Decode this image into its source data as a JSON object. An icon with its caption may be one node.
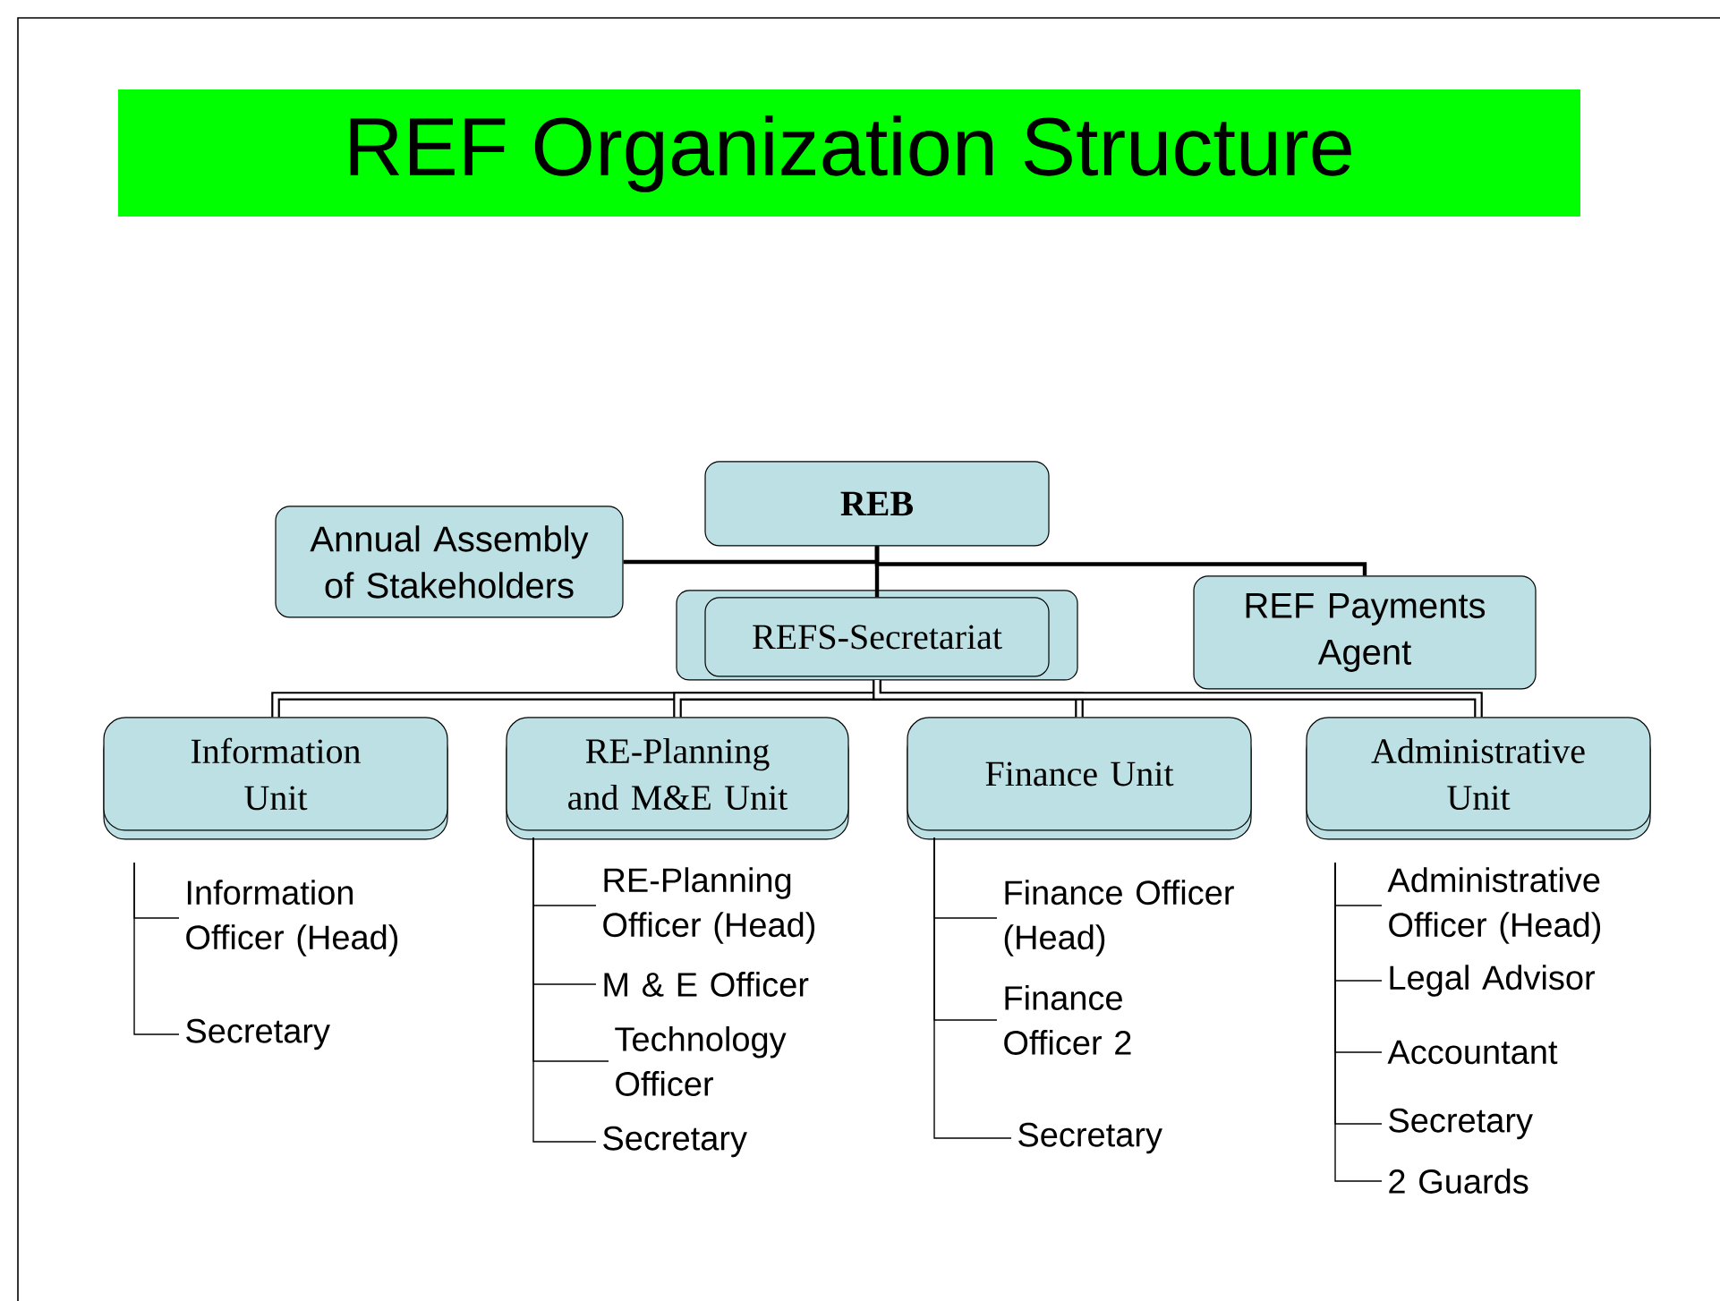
{
  "diagram": {
    "title": "REF Organization Structure",
    "nodes": [
      {
        "text": [
          "REB"
        ]
      },
      {
        "text": [
          "Annual Assembly of Stakeholders"
        ]
      },
      {
        "text": [
          "REFS-Secretariat"
        ]
      },
      {
        "text": [
          "REF Payments Agent"
        ]
      },
      {
        "text": [
          "Information Unit"
        ]
      },
      {
        "text": [
          "RE-Planning and M&E Unit"
        ]
      },
      {
        "text": [
          "Finance Unit"
        ]
      },
      {
        "text": [
          "Administrative Unit"
        ]
      },
      {
        "text": [
          "Information Officer (Head)"
        ]
      },
      {
        "text": [
          "Secretary"
        ]
      },
      {
        "text": [
          "RE-Planning Officer (Head)"
        ]
      },
      {
        "text": [
          "M & E Officer"
        ]
      },
      {
        "text": [
          "Technology Officer"
        ]
      },
      {
        "text": [
          "Secretary"
        ]
      },
      {
        "text": [
          "Finance Officer (Head)"
        ]
      },
      {
        "text": [
          "Finance Officer 2"
        ]
      },
      {
        "text": [
          "Secretary"
        ]
      },
      {
        "text": [
          "Administrative Officer (Head)"
        ]
      },
      {
        "text": [
          "Legal Advisor"
        ]
      },
      {
        "text": [
          "Accountant"
        ]
      },
      {
        "text": [
          "Secretary"
        ]
      },
      {
        "text": [
          "2 Guards"
        ]
      }
    ],
    "edges": [
      {
        "from": 0,
        "to": 1,
        "arrow": "none",
        "style": "thick"
      },
      {
        "from": 0,
        "to": 2,
        "arrow": "none",
        "style": "thick"
      },
      {
        "from": 0,
        "to": 3,
        "arrow": "none",
        "style": "thick"
      },
      {
        "from": 2,
        "to": 4,
        "arrow": "none",
        "style": "thick"
      },
      {
        "from": 2,
        "to": 5,
        "arrow": "none",
        "style": "thick"
      },
      {
        "from": 2,
        "to": 6,
        "arrow": "none",
        "style": "thick"
      },
      {
        "from": 2,
        "to": 7,
        "arrow": "none",
        "style": "thick"
      },
      {
        "from": 4,
        "to": 8,
        "arrow": "none"
      },
      {
        "from": 4,
        "to": 9,
        "arrow": "none"
      },
      {
        "from": 5,
        "to": 10,
        "arrow": "none"
      },
      {
        "from": 5,
        "to": 11,
        "arrow": "none"
      },
      {
        "from": 5,
        "to": 12,
        "arrow": "none"
      },
      {
        "from": 5,
        "to": 13,
        "arrow": "none"
      },
      {
        "from": 6,
        "to": 14,
        "arrow": "none"
      },
      {
        "from": 6,
        "to": 15,
        "arrow": "none"
      },
      {
        "from": 6,
        "to": 16,
        "arrow": "none"
      },
      {
        "from": 7,
        "to": 17,
        "arrow": "none"
      },
      {
        "from": 7,
        "to": 18,
        "arrow": "none"
      },
      {
        "from": 7,
        "to": 19,
        "arrow": "none"
      },
      {
        "from": 7,
        "to": 20,
        "arrow": "none"
      },
      {
        "from": 7,
        "to": 21,
        "arrow": "none"
      }
    ]
  }
}
